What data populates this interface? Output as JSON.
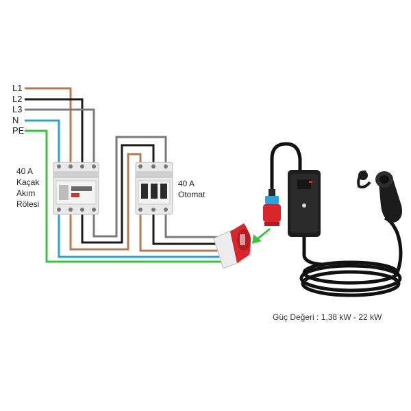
{
  "lines": {
    "l1": "L1",
    "l2": "L2",
    "l3": "L3",
    "n": "N",
    "pe": "PE"
  },
  "rcd": {
    "line1": "40 A",
    "line2": "Kaçak",
    "line3": "Akım",
    "line4": "Rölesi"
  },
  "breaker": {
    "line1": "40 A",
    "line2": "Otomat"
  },
  "power_caption": "Güç Değeri : 1,38 kW - 22 kW",
  "colors": {
    "l1": "#b47a52",
    "l2": "#1a1a1a",
    "l3": "#7a7a7a",
    "n": "#2aa3d8",
    "pe": "#3ec23e",
    "socket_red": "#d8262b",
    "arrow_green": "#3ec23e"
  }
}
